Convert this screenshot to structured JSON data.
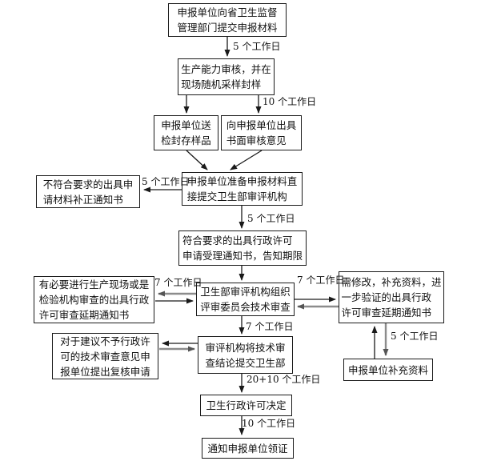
{
  "canvas": {
    "background": "#ffffff",
    "box_border_color": "#1a1a1a",
    "primary_line_color": "#1a1a1a",
    "secondary_line_color": "#8c8c8c"
  },
  "boxes": {
    "b1": {
      "lines": [
        "申报单位向省卫生监督",
        "管理部门提交申报材料"
      ]
    },
    "b2": {
      "lines": [
        "生产能力审核，并在",
        "现场随机采样封样"
      ]
    },
    "b3": {
      "lines": [
        "申报单位送",
        "检封存样品"
      ]
    },
    "b4": {
      "lines": [
        "向申报单位出具",
        "书面审核意见"
      ]
    },
    "b5": {
      "lines": [
        "申报单位准备申报材料直",
        "接提交卫生部审评机构"
      ]
    },
    "b6": {
      "lines": [
        "不符合要求的出具申",
        "请材料补正通知书"
      ]
    },
    "b7": {
      "lines": [
        "符合要求的出具行政许可",
        "申请受理通知书，告知期限"
      ]
    },
    "b8": {
      "lines": [
        "有必要进行生产现场或是",
        "检验机构审查的出具行政",
        "许可审查延期通知书"
      ]
    },
    "b9": {
      "lines": [
        "卫生部审评机构组织",
        "评审委员会技术审查"
      ]
    },
    "b10": {
      "lines": [
        "需修改，补充资料，进",
        "一步验证的出具行政",
        "许可审查延期通知书"
      ]
    },
    "b11": {
      "lines": [
        "对于建议不予行政许",
        "可的技术审查意见申",
        "报单位提出复核申请"
      ]
    },
    "b12": {
      "lines": [
        "审评机构将技术审",
        "查结论提交卫生部"
      ]
    },
    "b13": {
      "lines": [
        "申报单位补充资料"
      ]
    },
    "b14": {
      "lines": [
        "卫生行政许可决定"
      ]
    },
    "b15": {
      "lines": [
        "通知申报单位领证"
      ]
    }
  },
  "labels": {
    "l1": {
      "text": "5 个工作日"
    },
    "l2": {
      "text": "10 个工作日"
    },
    "l3": {
      "text": "5 个工作日"
    },
    "l4": {
      "text": "5 个工作日"
    },
    "l5": {
      "text": "7 个工作日"
    },
    "l6": {
      "text": "7 个工作日"
    },
    "l7": {
      "text": "7 个工作日"
    },
    "l8": {
      "text": "5 个工作日"
    },
    "l9": {
      "text": "20+10 个工作日"
    },
    "l10": {
      "text": "10 个工作日"
    }
  }
}
